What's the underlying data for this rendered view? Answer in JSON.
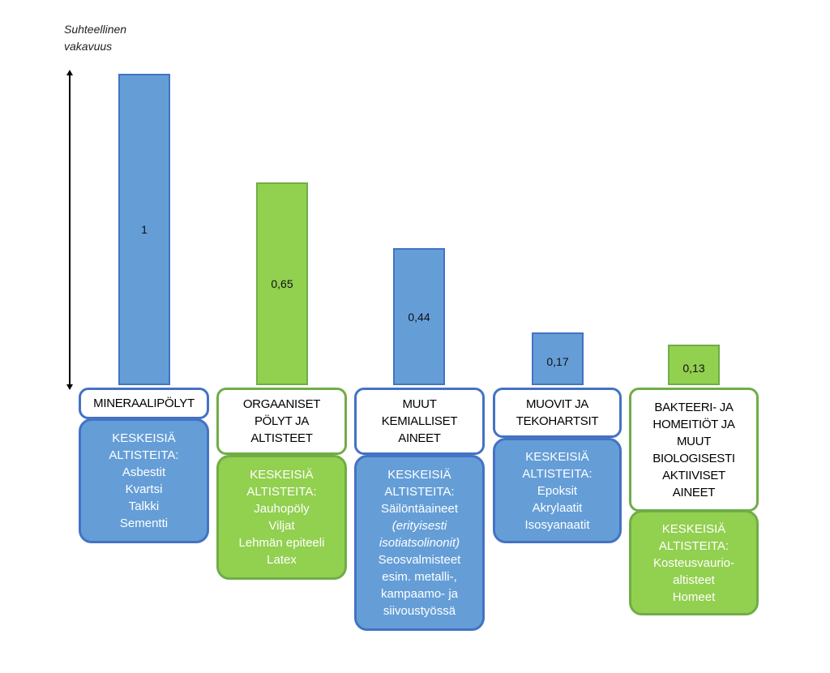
{
  "colors": {
    "blue": "#659ed7",
    "blue_border": "#4472c4",
    "green": "#92d050",
    "green_border": "#70ad47",
    "axis": "#000000"
  },
  "chart_data": {
    "type": "bar",
    "ylabel": "Suhteellinen\nvakavuus",
    "categories": [
      "MINERAALIPÖLYT",
      "ORGAANISET\nPÖLYT JA\nALTISTEET",
      "MUUT\nKEMIALLISET\nAINEET",
      "MUOVIT JA\nTEKOHARTSIT",
      "BAKTEERI- JA\nHOMEITIÖT JA\nMUUT\nBIOLOGISESTI\nAKTIIVISET\nAINEET"
    ],
    "values": [
      1,
      0.65,
      0.44,
      0.17,
      0.13
    ],
    "value_labels": [
      "1",
      "0,65",
      "0,44",
      "0,17",
      "0,13"
    ],
    "bar_colors": [
      "blue",
      "green",
      "blue",
      "blue",
      "green"
    ],
    "ylim": [
      0,
      1
    ],
    "grid": false,
    "legend": "none"
  },
  "exposures": [
    {
      "title": "KESKEISIÄ\nALTISTEITA:",
      "lines": [
        {
          "text": "Asbestit"
        },
        {
          "text": "Kvartsi"
        },
        {
          "text": "Talkki"
        },
        {
          "text": "Sementti"
        }
      ]
    },
    {
      "title": "KESKEISIÄ\nALTISTEITA:",
      "lines": [
        {
          "text": "Jauhopöly"
        },
        {
          "text": "Viljat"
        },
        {
          "text": "Lehmän epiteeli"
        },
        {
          "text": "Latex"
        }
      ]
    },
    {
      "title": "KESKEISIÄ\nALTISTEITA:",
      "lines": [
        {
          "text": "Säilöntäaineet"
        },
        {
          "text": "(erityisesti",
          "italic": true
        },
        {
          "text": "isotiatsolinonit)",
          "italic": true
        },
        {
          "text": "Seosvalmisteet"
        },
        {
          "text": "esim. metalli-,"
        },
        {
          "text": "kampaamo- ja"
        },
        {
          "text": "siivoustyössä"
        }
      ]
    },
    {
      "title": "KESKEISIÄ\nALTISTEITA:",
      "lines": [
        {
          "text": "Epoksit"
        },
        {
          "text": "Akrylaatit"
        },
        {
          "text": "Isosyanaatit"
        }
      ]
    },
    {
      "title": "KESKEISIÄ\nALTISTEITA:",
      "lines": [
        {
          "text": "Kosteusvaurio-"
        },
        {
          "text": "altisteet"
        },
        {
          "text": "Homeet"
        }
      ]
    }
  ]
}
